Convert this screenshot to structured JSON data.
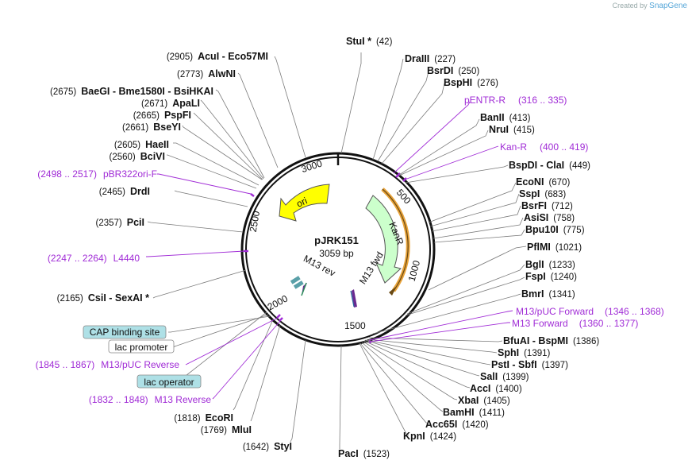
{
  "credit": {
    "prefix": "Created by",
    "brand": "SnapGene"
  },
  "plasmid": {
    "name": "pJRK151",
    "size_label": "3059 bp"
  },
  "ticks": [
    "500",
    "1000",
    "1500",
    "2000",
    "2500",
    "3000"
  ],
  "features": {
    "ori": "ori",
    "kanr": "KanR",
    "m13fwd": "M13 fwd",
    "m13rev": "M13 rev"
  },
  "sites": [
    {
      "name": "StuI *",
      "pos": "(42)"
    },
    {
      "name": "DraIII",
      "pos": "(227)"
    },
    {
      "name": "BsrDI",
      "pos": "(250)"
    },
    {
      "name": "BspHI",
      "pos": "(276)"
    },
    {
      "name": "BanII",
      "pos": "(413)"
    },
    {
      "name": "NruI",
      "pos": "(415)"
    },
    {
      "name": "BspDI - ClaI",
      "pos": "(449)"
    },
    {
      "name": "EcoNI",
      "pos": "(670)"
    },
    {
      "name": "SspI",
      "pos": "(683)"
    },
    {
      "name": "BsrFI",
      "pos": "(712)"
    },
    {
      "name": "AsiSI",
      "pos": "(758)"
    },
    {
      "name": "Bpu10I",
      "pos": "(775)"
    },
    {
      "name": "PflMI",
      "pos": "(1021)"
    },
    {
      "name": "BglI",
      "pos": "(1233)"
    },
    {
      "name": "FspI",
      "pos": "(1240)"
    },
    {
      "name": "BmrI",
      "pos": "(1341)"
    },
    {
      "name": "BfuAI - BspMI",
      "pos": "(1386)"
    },
    {
      "name": "SphI",
      "pos": "(1391)"
    },
    {
      "name": "PstI - SbfI",
      "pos": "(1397)"
    },
    {
      "name": "SalI",
      "pos": "(1399)"
    },
    {
      "name": "AccI",
      "pos": "(1400)"
    },
    {
      "name": "XbaI",
      "pos": "(1405)"
    },
    {
      "name": "BamHI",
      "pos": "(1411)"
    },
    {
      "name": "Acc65I",
      "pos": "(1420)"
    },
    {
      "name": "KpnI",
      "pos": "(1424)"
    },
    {
      "name": "PacI",
      "pos": "(1523)"
    },
    {
      "name": "StyI",
      "pos": "(1642)"
    },
    {
      "name": "MluI",
      "pos": "(1769)"
    },
    {
      "name": "EcoRI",
      "pos": "(1818)"
    },
    {
      "name": "CsiI - SexAI *",
      "pos": "(2165)"
    },
    {
      "name": "PciI",
      "pos": "(2357)"
    },
    {
      "name": "DrdI",
      "pos": "(2465)"
    },
    {
      "name": "BciVI",
      "pos": "(2560)"
    },
    {
      "name": "HaeII",
      "pos": "(2605)"
    },
    {
      "name": "BseYI",
      "pos": "(2661)"
    },
    {
      "name": "PspFI",
      "pos": "(2665)"
    },
    {
      "name": "ApaLI",
      "pos": "(2671)"
    },
    {
      "name": "BaeGI - Bme1580I - BsiHKAI",
      "pos": "(2675)"
    },
    {
      "name": "AlwNI",
      "pos": "(2773)"
    },
    {
      "name": "AcuI - Eco57MI",
      "pos": "(2905)"
    }
  ],
  "primers": [
    {
      "name": "pENTR-R",
      "range": "(316 .. 335)"
    },
    {
      "name": "Kan-R",
      "range": "(400 .. 419)"
    },
    {
      "name": "M13/pUC Forward",
      "range": "(1346 .. 1368)"
    },
    {
      "name": "M13 Forward",
      "range": "(1360 .. 1377)"
    },
    {
      "name": "pBR322ori-F",
      "range": "(2498 .. 2517)"
    },
    {
      "name": "L4440",
      "range": "(2247 .. 2264)"
    },
    {
      "name": "M13/pUC Reverse",
      "range": "(1845 .. 1867)"
    },
    {
      "name": "M13 Reverse",
      "range": "(1832 .. 1848)"
    }
  ],
  "boxes": [
    {
      "name": "CAP binding site",
      "fill": "#aee0e6"
    },
    {
      "name": "lac promoter",
      "fill": "#ffffff"
    },
    {
      "name": "lac operator",
      "fill": "#aee0e6"
    }
  ],
  "colors": {
    "ori": "#ffff00",
    "kanr": "#ccffcc",
    "kanr_orf": "#e8a33a",
    "primer": "#a02bd6"
  }
}
